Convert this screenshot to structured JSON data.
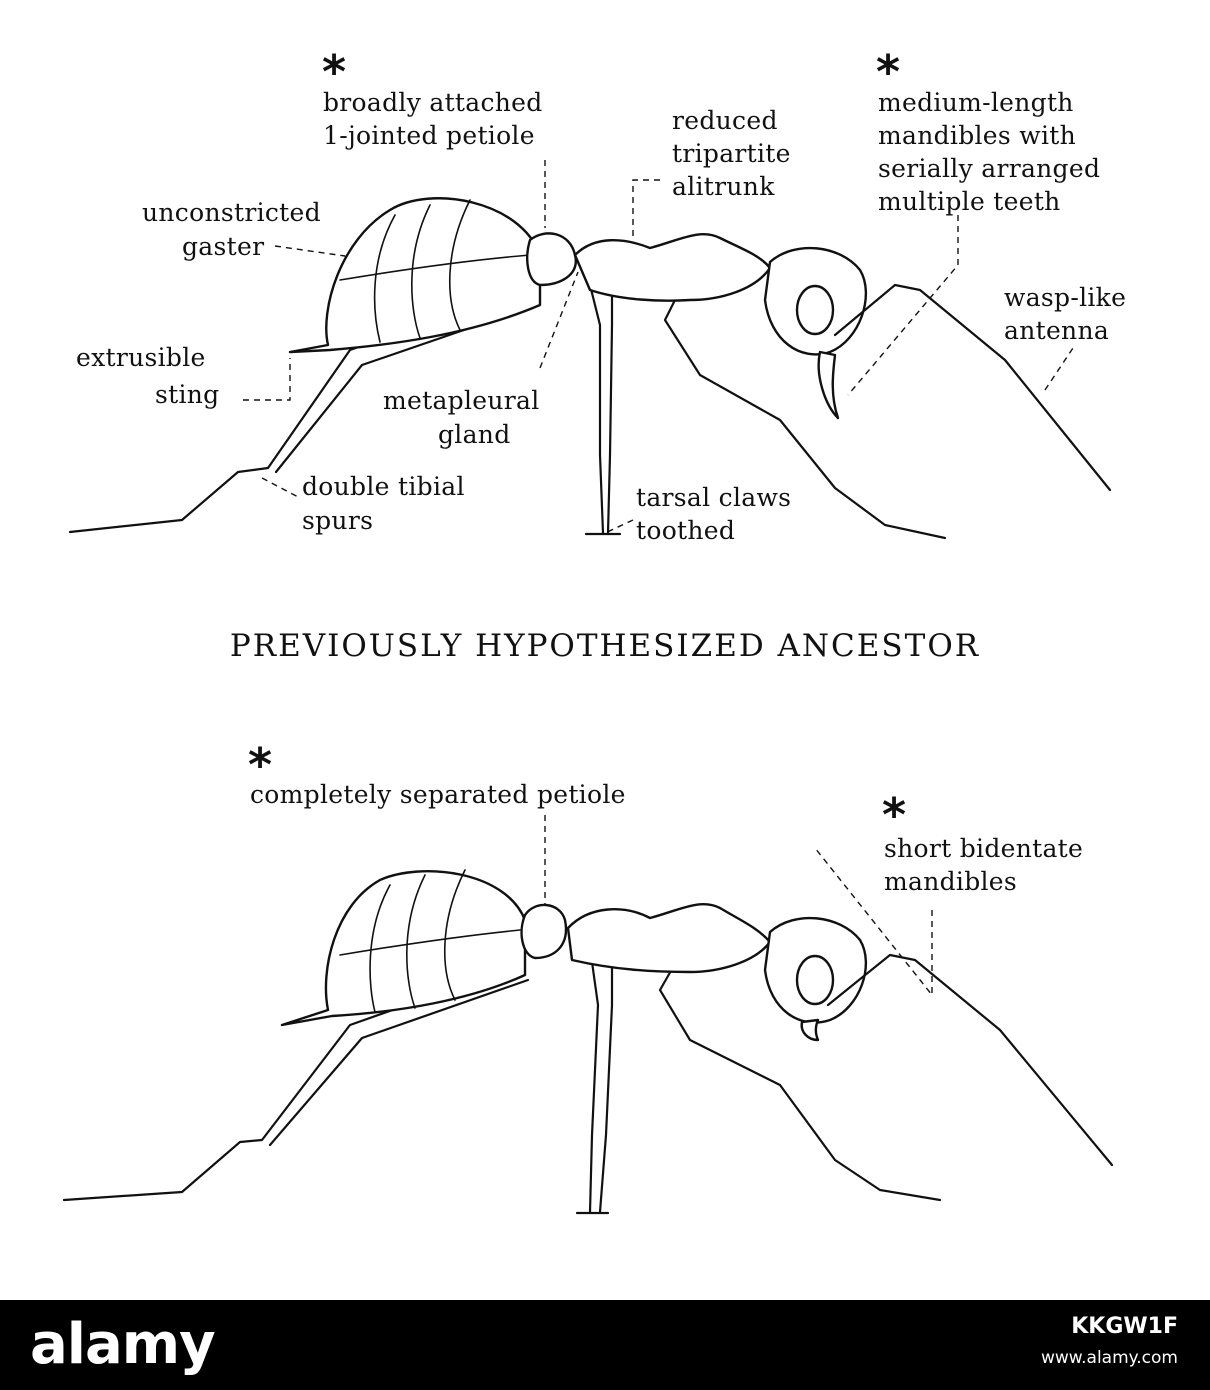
{
  "top_figure": {
    "labels": {
      "petiole_line1": "broadly attached",
      "petiole_line2": "1-jointed petiole",
      "alitrunk_line1": "reduced",
      "alitrunk_line2": "tripartite",
      "alitrunk_line3": "alitrunk",
      "mandibles_line1": "medium-length",
      "mandibles_line2": "mandibles with",
      "mandibles_line3": "serially arranged",
      "mandibles_line4": "multiple teeth",
      "gaster_line1": "unconstricted",
      "gaster_line2": "gaster",
      "sting_line1": "extrusible",
      "sting_line2": "sting",
      "gland_line1": "metapleural",
      "gland_line2": "gland",
      "spurs_line1": "double tibial",
      "spurs_line2": "spurs",
      "claws_line1": "tarsal claws",
      "claws_line2": "toothed",
      "antenna_line1": "wasp-like",
      "antenna_line2": "antenna"
    },
    "asterisk_marks": [
      "*",
      "*"
    ]
  },
  "heading": "PREVIOUSLY HYPOTHESIZED ANCESTOR",
  "bottom_figure": {
    "labels": {
      "petiole": "completely separated petiole",
      "mandibles_line1": "short bidentate",
      "mandibles_line2": "mandibles"
    },
    "asterisk_marks": [
      "*",
      "*"
    ]
  },
  "footer": {
    "brand": "alamy",
    "image_id": "KKGW1F",
    "url": "www.alamy.com"
  },
  "colors": {
    "ink": "#111111",
    "paper": "#ffffff",
    "footer_bg": "#000000",
    "footer_text": "#ffffff"
  }
}
